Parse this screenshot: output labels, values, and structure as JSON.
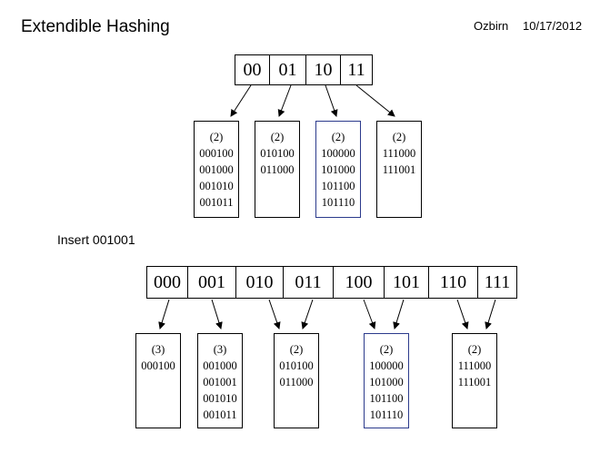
{
  "header": {
    "title": "Extendible Hashing",
    "author": "Ozbirn",
    "date": "10/17/2012"
  },
  "before": {
    "directory": [
      "00",
      "01",
      "10",
      "11"
    ],
    "buckets": [
      {
        "depth": "(2)",
        "keys": [
          "000100",
          "001000",
          "001010",
          "001011"
        ]
      },
      {
        "depth": "(2)",
        "keys": [
          "010100",
          "011000"
        ]
      },
      {
        "depth": "(2)",
        "keys": [
          "100000",
          "101000",
          "101100",
          "101110"
        ]
      },
      {
        "depth": "(2)",
        "keys": [
          "111000",
          "111001"
        ]
      }
    ]
  },
  "insert_label": "Insert 001001",
  "after": {
    "directory": [
      "000",
      "001",
      "010",
      "011",
      "100",
      "101",
      "110",
      "111"
    ],
    "buckets": [
      {
        "depth": "(3)",
        "keys": [
          "000100"
        ]
      },
      {
        "depth": "(3)",
        "keys": [
          "001000",
          "001001",
          "001010",
          "001011"
        ]
      },
      {
        "depth": "(2)",
        "keys": [
          "010100",
          "011000"
        ]
      },
      {
        "depth": "(2)",
        "keys": [
          "100000",
          "101000",
          "101100",
          "101110"
        ]
      },
      {
        "depth": "(2)",
        "keys": [
          "111000",
          "111001"
        ]
      }
    ]
  },
  "colors": {
    "line": "#000000",
    "highlight_bucket_border": "#2b3a8c"
  }
}
